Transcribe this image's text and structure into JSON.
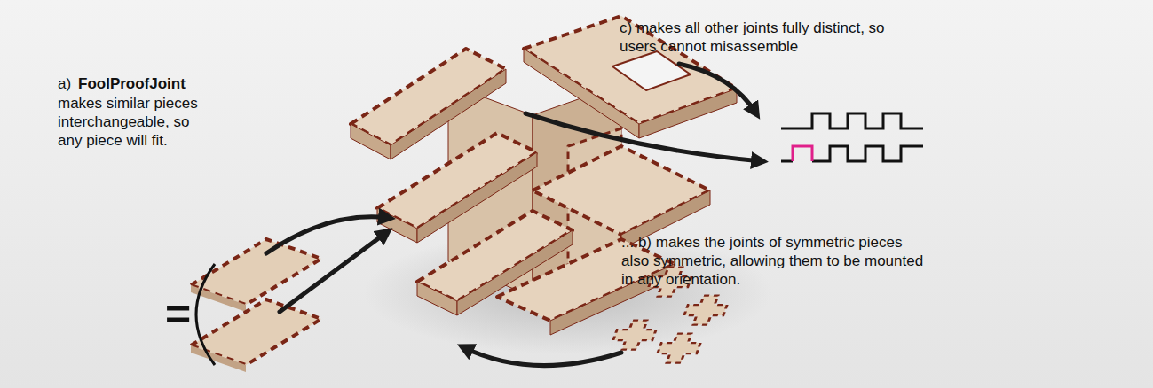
{
  "diagram": {
    "labels": [
      "a)",
      "FoolProofJoint",
      "makes similar pieces interchangeable, so any piece will fit.",
      "c) makes all other joints fully distinct, so users cannot misassemble",
      "... b) makes the joints of symmetric pieces also symmetric, allowing them to be mounted in any orientation.",
      "="
    ]
  }
}
